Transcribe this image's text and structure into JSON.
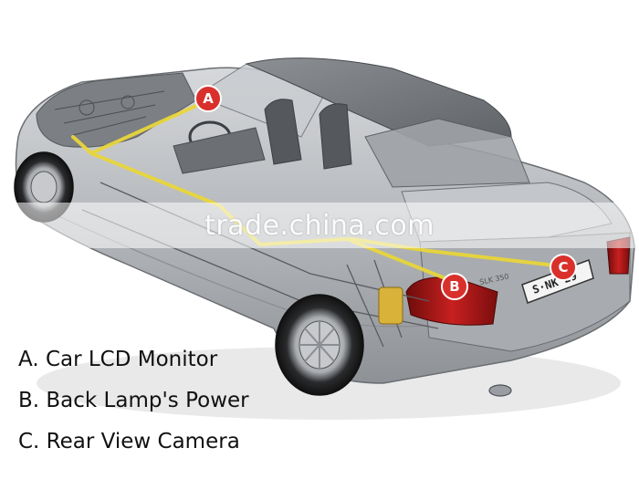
{
  "watermark": "trade.china.com",
  "markers": {
    "a": "A",
    "b": "B",
    "c": "C"
  },
  "plate": "S·NK 29",
  "badge": "SLK 350",
  "legend": [
    "A. Car LCD Monitor",
    "B. Back Lamp's Power",
    "C. Rear View Camera"
  ],
  "colors": {
    "wire": "#e8d63a",
    "marker": "#d9302c",
    "body": "#b9bcc0",
    "taillight": "#b01818"
  }
}
